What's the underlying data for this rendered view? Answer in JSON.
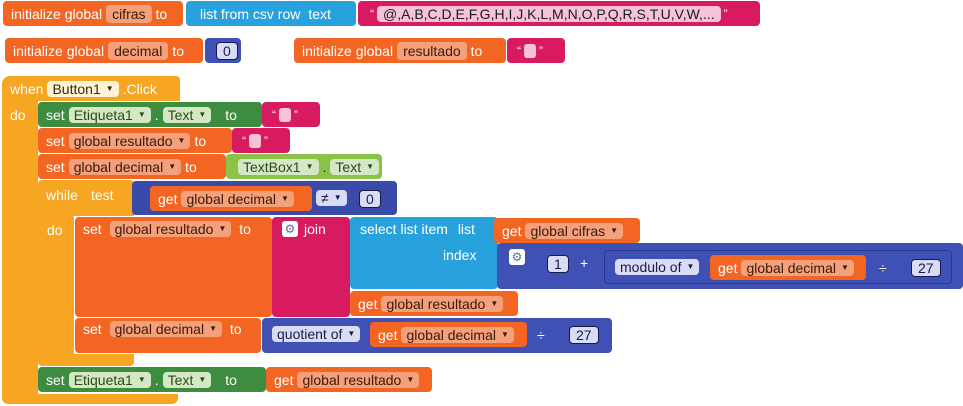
{
  "globals": {
    "init_label": "initialize global",
    "to_label": "to",
    "cifras_name": "cifras",
    "list_label": "list from csv row",
    "text_label": "text",
    "csv_value": "@,A,B,C,D,E,F,G,H,I,J,K,L,M,N,O,P,Q,R,S,T,U,V,W,...",
    "decimal_name": "decimal",
    "decimal_value": "0",
    "resultado_name": "resultado"
  },
  "event": {
    "when_label": "when",
    "component": "Button1",
    "event_name": ".Click",
    "do_label": "do"
  },
  "stmts": {
    "set_label": "set",
    "to_label": "to",
    "get_label": "get",
    "dot_label": ".",
    "etiqueta": "Etiqueta1",
    "text_prop": "Text",
    "global_resultado": "global resultado",
    "global_decimal": "global decimal",
    "global_cifras": "global cifras",
    "textbox": "TextBox1",
    "while_label": "while",
    "test_label": "test",
    "do_label": "do",
    "neq_op": "≠",
    "zero": "0",
    "join_label": "join",
    "select_label": "select list item",
    "list_label": "list",
    "index_label": "index",
    "one": "1",
    "plus": "+",
    "modulo_label": "modulo of",
    "divide": "÷",
    "twentyseven": "27",
    "quotient_label": "quotient of"
  }
}
